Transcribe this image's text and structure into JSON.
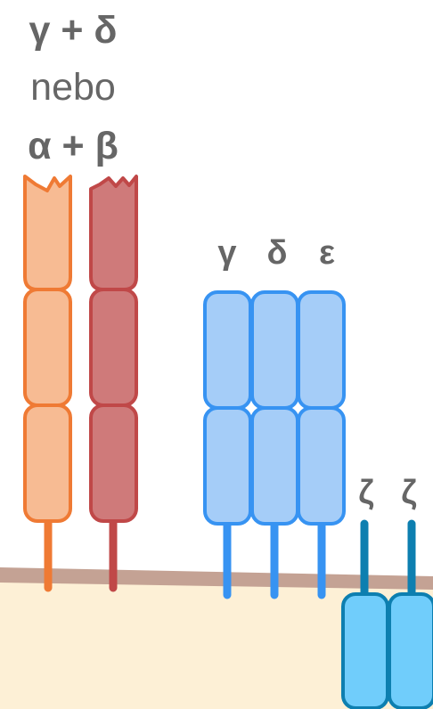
{
  "labels": {
    "top_option": "γ + δ",
    "or_word": "nebo",
    "bottom_option": "α + β",
    "gamma": "γ",
    "delta": "δ",
    "epsilon": "ε",
    "zeta_1": "ζ",
    "zeta_2": "ζ"
  },
  "colors": {
    "alpha_chain": "#f7bb93",
    "alpha_stroke": "#ef7a34",
    "beta_chain": "#cf7a7a",
    "beta_stroke": "#c04848",
    "cd3_fill": "#a5cdf8",
    "cd3_stroke": "#3793f2",
    "zeta_fill": "#70cdfb",
    "zeta_stroke": "#0d7fb0",
    "membrane": "#c4a294",
    "cytoplasm": "#fdf0d6",
    "label_text": "#666666"
  },
  "icons": {
    "receptor_chain_alpha": "chain-alpha-icon",
    "receptor_chain_beta": "chain-beta-icon"
  }
}
